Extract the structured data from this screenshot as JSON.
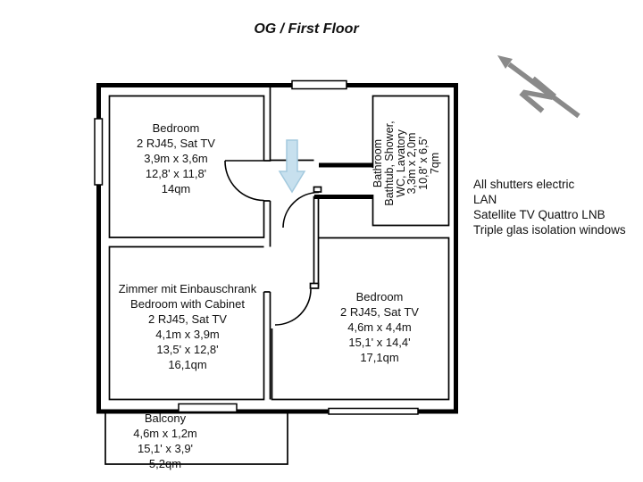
{
  "title": "OG / First Floor",
  "compass": {
    "letter": "N"
  },
  "colors": {
    "wall": "#000000",
    "text": "#111111",
    "compass_gray": "#8a8a8a",
    "stairs_arrow_fill": "#c7e0ee",
    "stairs_arrow_stroke": "#a3c9de"
  },
  "rooms": {
    "bedroom_top_left": {
      "lines": [
        "Bedroom",
        "2 RJ45, Sat TV",
        "3,9m x 3,6m",
        "12,8' x 11,8'",
        "14qm"
      ]
    },
    "bathroom": {
      "lines": [
        "Bathroom",
        "Bathtub, Shower,",
        "WC, Lavatory",
        "3,3m x 2,0m",
        "10,8' x 6,5'",
        "7qm"
      ]
    },
    "bedroom_with_cabinet": {
      "lines": [
        "Zimmer mit Einbauschrank",
        "Bedroom with Cabinet",
        "2 RJ45, Sat TV",
        "4,1m x 3,9m",
        "13,5' x 12,8'",
        "16,1qm"
      ]
    },
    "bedroom_bottom_right": {
      "lines": [
        "Bedroom",
        "2 RJ45, Sat TV",
        "4,6m x 4,4m",
        "15,1' x 14,4'",
        "17,1qm"
      ]
    },
    "balcony": {
      "lines": [
        "Balcony",
        "4,6m x 1,2m",
        "15,1' x 3,9'",
        "5,2qm"
      ]
    }
  },
  "notes": {
    "lines": [
      "All shutters electric",
      "LAN",
      "Satellite TV Quattro LNB",
      "Triple glas isolation windows"
    ]
  }
}
